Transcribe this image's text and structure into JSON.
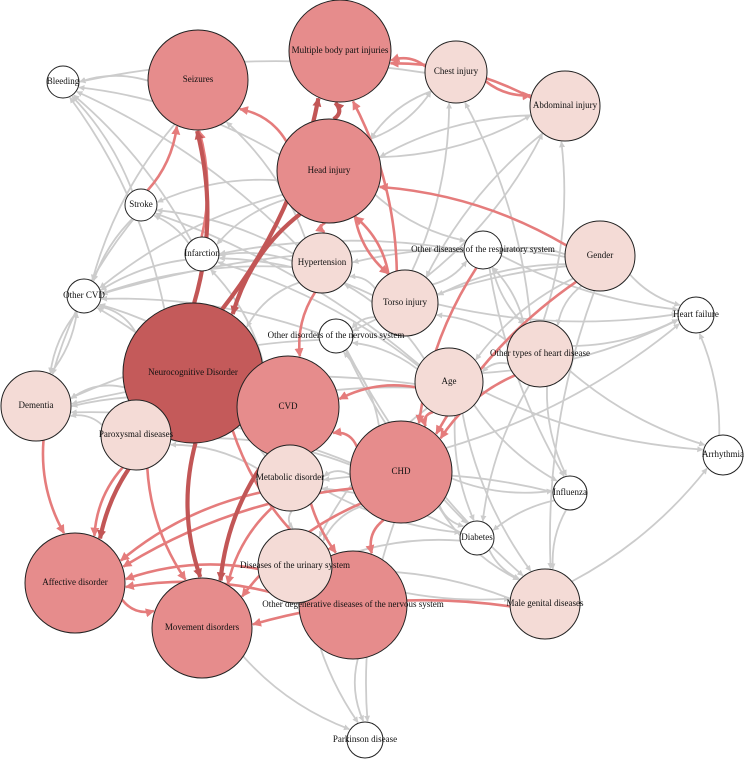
{
  "colors": {
    "white": "#ffffff",
    "pale": "#f4dbd6",
    "medium": "#e68c8c",
    "dark": "#c45a5a",
    "edge_grey": "#cccccc",
    "edge_red": "#e57c7c",
    "edge_darkred": "#c25656"
  },
  "nodes": [
    {
      "id": "neurocognitive",
      "label": "Neurocognitive Disorder",
      "color": "dark",
      "size": 5
    },
    {
      "id": "multiple_body",
      "label": "Multiple body part injuries",
      "color": "medium",
      "size": 4
    },
    {
      "id": "seizures",
      "label": "Seizures",
      "color": "medium",
      "size": 4
    },
    {
      "id": "head_injury",
      "label": "Head injury",
      "color": "medium",
      "size": 4
    },
    {
      "id": "cvd",
      "label": "CVD",
      "color": "medium",
      "size": 4
    },
    {
      "id": "chd",
      "label": "CHD",
      "color": "medium",
      "size": 4
    },
    {
      "id": "affective",
      "label": "Affective disorder",
      "color": "medium",
      "size": 4
    },
    {
      "id": "movement",
      "label": "Movement disorders",
      "color": "medium",
      "size": 4
    },
    {
      "id": "other_degen",
      "label": "Other degenerative diseases of the nervous system",
      "color": "medium",
      "size": 4
    },
    {
      "id": "chest",
      "label": "Chest injury",
      "color": "pale",
      "size": 3
    },
    {
      "id": "abdominal",
      "label": "Abdominal injury",
      "color": "pale",
      "size": 3
    },
    {
      "id": "hypertension",
      "label": "Hypertension",
      "color": "pale",
      "size": 3
    },
    {
      "id": "torso",
      "label": "Torso injury",
      "color": "pale",
      "size": 3
    },
    {
      "id": "gender",
      "label": "Gender",
      "color": "pale",
      "size": 3
    },
    {
      "id": "age",
      "label": "Age",
      "color": "pale",
      "size": 3
    },
    {
      "id": "other_heart",
      "label": "Other types of heart disease",
      "color": "pale",
      "size": 3
    },
    {
      "id": "dementia",
      "label": "Dementia",
      "color": "pale",
      "size": 3
    },
    {
      "id": "paroxysmal",
      "label": "Paroxysmal diseases",
      "color": "pale",
      "size": 3
    },
    {
      "id": "metabolic",
      "label": "Metabolic disorder",
      "color": "pale",
      "size": 3
    },
    {
      "id": "urinary",
      "label": "Diseases of the urinary system",
      "color": "pale",
      "size": 3
    },
    {
      "id": "male_genital",
      "label": "Male genital diseases",
      "color": "pale",
      "size": 3
    },
    {
      "id": "bleeding",
      "label": "Bleeding",
      "color": "white",
      "size": 1
    },
    {
      "id": "stroke",
      "label": "Stroke",
      "color": "white",
      "size": 1
    },
    {
      "id": "infarction",
      "label": "Infarction",
      "color": "white",
      "size": 1
    },
    {
      "id": "other_cvd",
      "label": "Other CVD",
      "color": "white",
      "size": 1
    },
    {
      "id": "other_nervous",
      "label": "Other disorders of the nervous system",
      "color": "white",
      "size": 1
    },
    {
      "id": "other_resp",
      "label": "Other diseases of the respiratory system",
      "color": "white",
      "size": 1
    },
    {
      "id": "heart_failure",
      "label": "Heart failure",
      "color": "white",
      "size": 1
    },
    {
      "id": "arrhythmia",
      "label": "Arrhythmia",
      "color": "white",
      "size": 1
    },
    {
      "id": "influenza",
      "label": "Influenza",
      "color": "white",
      "size": 1
    },
    {
      "id": "diabetes",
      "label": "Diabetes",
      "color": "white",
      "size": 1
    },
    {
      "id": "parkinson",
      "label": "Parkinson disease",
      "color": "white",
      "size": 1
    }
  ],
  "edges": [
    [
      "head_injury",
      "neurocognitive",
      "darkred"
    ],
    [
      "head_injury",
      "multiple_body",
      "darkred"
    ],
    [
      "neurocognitive",
      "multiple_body",
      "darkred"
    ],
    [
      "neurocognitive",
      "movement",
      "darkred"
    ],
    [
      "neurocognitive",
      "seizures",
      "darkred"
    ],
    [
      "neurocognitive",
      "affective",
      "darkred"
    ],
    [
      "cvd",
      "movement",
      "darkred"
    ],
    [
      "neurocognitive",
      "cvd",
      "darkred"
    ],
    [
      "head_injury",
      "seizures",
      "red"
    ],
    [
      "chest",
      "multiple_body",
      "red"
    ],
    [
      "abdominal",
      "multiple_body",
      "red"
    ],
    [
      "gender",
      "head_injury",
      "red"
    ],
    [
      "torso",
      "multiple_body",
      "red"
    ],
    [
      "torso",
      "head_injury",
      "red"
    ],
    [
      "hypertension",
      "cvd",
      "red"
    ],
    [
      "age",
      "cvd",
      "red"
    ],
    [
      "other_heart",
      "chd",
      "red"
    ],
    [
      "gender",
      "chd",
      "red"
    ],
    [
      "age",
      "chd",
      "red"
    ],
    [
      "chd",
      "cvd",
      "red"
    ],
    [
      "chd",
      "affective",
      "red"
    ],
    [
      "chd",
      "movement",
      "red"
    ],
    [
      "male_genital",
      "movement",
      "red"
    ],
    [
      "other_degen",
      "affective",
      "red"
    ],
    [
      "dementia",
      "affective",
      "red"
    ],
    [
      "paroxysmal",
      "affective",
      "red"
    ],
    [
      "paroxysmal",
      "movement",
      "red"
    ],
    [
      "affective",
      "movement",
      "red"
    ],
    [
      "metabolic",
      "affective",
      "red"
    ],
    [
      "metabolic",
      "movement",
      "red"
    ],
    [
      "urinary",
      "affective",
      "red"
    ],
    [
      "cvd",
      "other_degen",
      "red"
    ],
    [
      "head_injury",
      "torso",
      "red"
    ],
    [
      "chd",
      "other_degen",
      "red"
    ],
    [
      "other_resp",
      "chd",
      "red"
    ],
    [
      "stroke",
      "seizures",
      "red"
    ],
    [
      "infarction",
      "seizures",
      "red"
    ],
    [
      "neurocognitive",
      "other_degen",
      "red"
    ],
    [
      "chest",
      "abdominal",
      "red"
    ],
    [
      "head_injury",
      "hypertension",
      "red"
    ],
    [
      "chest",
      "head_injury",
      "grey"
    ],
    [
      "abdominal",
      "head_injury",
      "grey"
    ],
    [
      "head_injury",
      "bleeding",
      "grey"
    ],
    [
      "head_injury",
      "stroke",
      "grey"
    ],
    [
      "head_injury",
      "infarction",
      "grey"
    ],
    [
      "head_injury",
      "other_cvd",
      "grey"
    ],
    [
      "stroke",
      "bleeding",
      "grey"
    ],
    [
      "stroke",
      "other_cvd",
      "grey"
    ],
    [
      "infarction",
      "other_cvd",
      "grey"
    ],
    [
      "other_cvd",
      "dementia",
      "grey"
    ],
    [
      "hypertension",
      "infarction",
      "grey"
    ],
    [
      "hypertension",
      "stroke",
      "grey"
    ],
    [
      "hypertension",
      "other_cvd",
      "grey"
    ],
    [
      "hypertension",
      "bleeding",
      "grey"
    ],
    [
      "hypertension",
      "neurocognitive",
      "grey"
    ],
    [
      "age",
      "infarction",
      "grey"
    ],
    [
      "age",
      "stroke",
      "grey"
    ],
    [
      "age",
      "dementia",
      "grey"
    ],
    [
      "age",
      "paroxysmal",
      "grey"
    ],
    [
      "age",
      "other_nervous",
      "grey"
    ],
    [
      "age",
      "hypertension",
      "grey"
    ],
    [
      "age",
      "heart_failure",
      "grey"
    ],
    [
      "age",
      "influenza",
      "grey"
    ],
    [
      "age",
      "diabetes",
      "grey"
    ],
    [
      "age",
      "male_genital",
      "grey"
    ],
    [
      "age",
      "arrhythmia",
      "grey"
    ],
    [
      "gender",
      "heart_failure",
      "grey"
    ],
    [
      "gender",
      "other_resp",
      "grey"
    ],
    [
      "gender",
      "torso",
      "grey"
    ],
    [
      "gender",
      "other_heart",
      "grey"
    ],
    [
      "gender",
      "male_genital",
      "grey"
    ],
    [
      "gender",
      "hypertension",
      "grey"
    ],
    [
      "other_heart",
      "heart_failure",
      "grey"
    ],
    [
      "other_heart",
      "arrhythmia",
      "grey"
    ],
    [
      "other_heart",
      "influenza",
      "grey"
    ],
    [
      "other_heart",
      "diabetes",
      "grey"
    ],
    [
      "other_heart",
      "abdominal",
      "grey"
    ],
    [
      "other_heart",
      "chest",
      "grey"
    ],
    [
      "other_heart",
      "other_resp",
      "grey"
    ],
    [
      "chd",
      "heart_failure",
      "grey"
    ],
    [
      "chd",
      "diabetes",
      "grey"
    ],
    [
      "chd",
      "influenza",
      "grey"
    ],
    [
      "chd",
      "paroxysmal",
      "grey"
    ],
    [
      "chd",
      "parkinson",
      "grey"
    ],
    [
      "chd",
      "male_genital",
      "grey"
    ],
    [
      "chd",
      "other_nervous",
      "grey"
    ],
    [
      "chd",
      "metabolic",
      "grey"
    ],
    [
      "cvd",
      "dementia",
      "grey"
    ],
    [
      "cvd",
      "infarction",
      "grey"
    ],
    [
      "cvd",
      "other_cvd",
      "grey"
    ],
    [
      "cvd",
      "paroxysmal",
      "grey"
    ],
    [
      "diabetes",
      "male_genital",
      "grey"
    ],
    [
      "diabetes",
      "metabolic",
      "grey"
    ],
    [
      "diabetes",
      "urinary",
      "grey"
    ],
    [
      "influenza",
      "male_genital",
      "grey"
    ],
    [
      "male_genital",
      "arrhythmia",
      "grey"
    ],
    [
      "arrhythmia",
      "heart_failure",
      "grey"
    ],
    [
      "movement",
      "parkinson",
      "grey"
    ],
    [
      "other_degen",
      "parkinson",
      "grey"
    ],
    [
      "urinary",
      "other_degen",
      "grey"
    ],
    [
      "urinary",
      "male_genital",
      "grey"
    ],
    [
      "metabolic",
      "urinary",
      "grey"
    ],
    [
      "metabolic",
      "paroxysmal",
      "grey"
    ],
    [
      "metabolic",
      "diabetes",
      "grey"
    ],
    [
      "torso",
      "other_resp",
      "grey"
    ],
    [
      "torso",
      "chest",
      "grey"
    ],
    [
      "torso",
      "abdominal",
      "grey"
    ],
    [
      "torso",
      "other_nervous",
      "grey"
    ],
    [
      "torso",
      "heart_failure",
      "grey"
    ],
    [
      "torso",
      "infarction",
      "grey"
    ],
    [
      "head_injury",
      "other_resp",
      "grey"
    ],
    [
      "head_injury",
      "chest",
      "grey"
    ],
    [
      "head_injury",
      "abdominal",
      "grey"
    ],
    [
      "other_nervous",
      "dementia",
      "grey"
    ],
    [
      "other_nervous",
      "other_cvd",
      "grey"
    ],
    [
      "other_nervous",
      "male_genital",
      "grey"
    ],
    [
      "other_nervous",
      "diabetes",
      "grey"
    ],
    [
      "other_resp",
      "other_cvd",
      "grey"
    ],
    [
      "other_resp",
      "infarction",
      "grey"
    ],
    [
      "other_resp",
      "heart_failure",
      "grey"
    ],
    [
      "other_resp",
      "influenza",
      "grey"
    ],
    [
      "paroxysmal",
      "dementia",
      "grey"
    ],
    [
      "neurocognitive",
      "dementia",
      "grey"
    ],
    [
      "neurocognitive",
      "bleeding",
      "grey"
    ],
    [
      "neurocognitive",
      "other_cvd",
      "grey"
    ],
    [
      "seizures",
      "bleeding",
      "grey"
    ],
    [
      "seizures",
      "other_cvd",
      "grey"
    ],
    [
      "infarction",
      "bleeding",
      "grey"
    ],
    [
      "infarction",
      "stroke",
      "grey"
    ],
    [
      "torso",
      "hypertension",
      "grey"
    ],
    [
      "other_heart",
      "age",
      "grey"
    ],
    [
      "other_heart",
      "torso",
      "grey"
    ],
    [
      "metabolic",
      "other_cvd",
      "grey"
    ],
    [
      "chd",
      "dementia",
      "grey"
    ],
    [
      "influenza",
      "diabetes",
      "grey"
    ],
    [
      "male_genital",
      "urinary",
      "grey"
    ],
    [
      "dementia",
      "other_cvd",
      "grey"
    ],
    [
      "stroke",
      "dementia",
      "grey"
    ],
    [
      "hypertension",
      "seizures",
      "grey"
    ],
    [
      "gender",
      "other_nervous",
      "grey"
    ],
    [
      "chest",
      "bleeding",
      "grey"
    ],
    [
      "abdominal",
      "torso",
      "grey"
    ],
    [
      "age",
      "urinary",
      "grey"
    ],
    [
      "urinary",
      "parkinson",
      "grey"
    ],
    [
      "paroxysmal",
      "cvd",
      "grey"
    ],
    [
      "influenza",
      "metabolic",
      "grey"
    ],
    [
      "gender",
      "age",
      "grey"
    ],
    [
      "other_resp",
      "other_heart",
      "grey"
    ],
    [
      "chd",
      "urinary",
      "grey"
    ]
  ]
}
